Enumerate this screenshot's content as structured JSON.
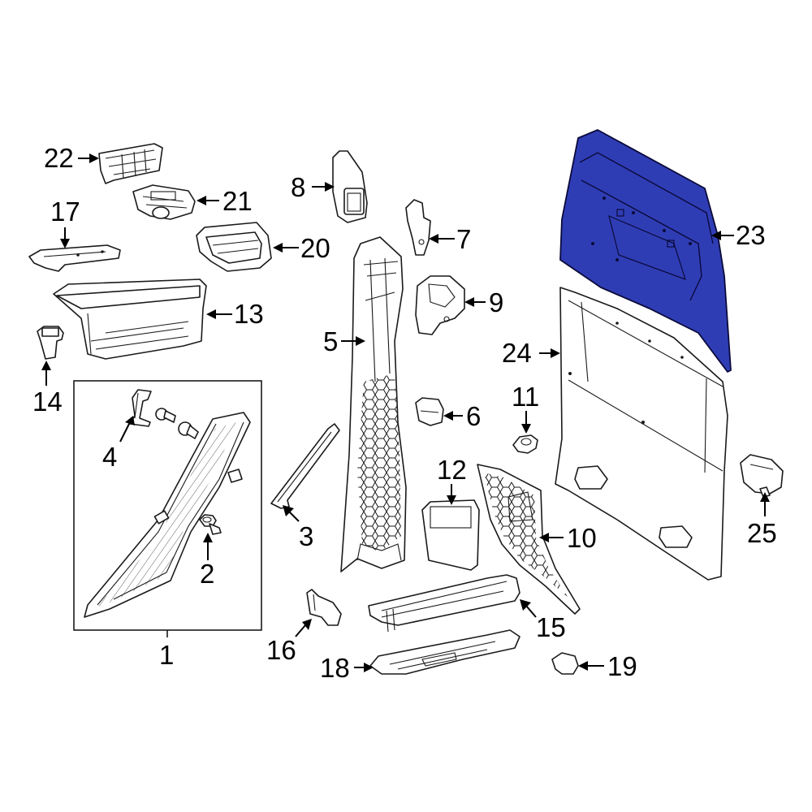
{
  "diagram": {
    "highlight_color": "#2f3db5",
    "callouts": [
      {
        "id": "c1",
        "label": "1"
      },
      {
        "id": "c2",
        "label": "2"
      },
      {
        "id": "c3",
        "label": "3"
      },
      {
        "id": "c4",
        "label": "4"
      },
      {
        "id": "c5",
        "label": "5"
      },
      {
        "id": "c6",
        "label": "6"
      },
      {
        "id": "c7",
        "label": "7"
      },
      {
        "id": "c8",
        "label": "8"
      },
      {
        "id": "c9",
        "label": "9"
      },
      {
        "id": "c10",
        "label": "10"
      },
      {
        "id": "c11",
        "label": "11"
      },
      {
        "id": "c12",
        "label": "12"
      },
      {
        "id": "c13",
        "label": "13"
      },
      {
        "id": "c14",
        "label": "14"
      },
      {
        "id": "c15",
        "label": "15"
      },
      {
        "id": "c16",
        "label": "16"
      },
      {
        "id": "c17",
        "label": "17"
      },
      {
        "id": "c18",
        "label": "18"
      },
      {
        "id": "c19",
        "label": "19"
      },
      {
        "id": "c20",
        "label": "20"
      },
      {
        "id": "c21",
        "label": "21"
      },
      {
        "id": "c22",
        "label": "22"
      },
      {
        "id": "c23",
        "label": "23"
      },
      {
        "id": "c24",
        "label": "24"
      },
      {
        "id": "c25",
        "label": "25"
      }
    ]
  }
}
